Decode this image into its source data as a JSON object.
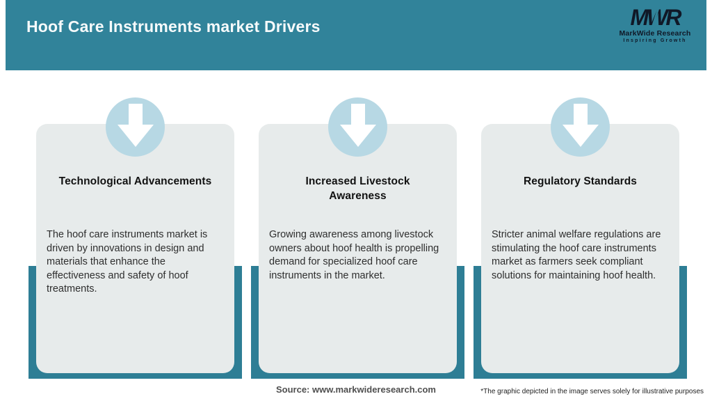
{
  "header": {
    "title": "Hoof Care Instruments market Drivers"
  },
  "logo": {
    "monogram": "MWR",
    "name": "MarkWide Research",
    "tagline": "Inspiring Growth"
  },
  "cards": [
    {
      "icon": "down-arrow-icon",
      "title": "Technological Advancements",
      "description": "The hoof care instruments market is driven by innovations in design and materials that enhance the effectiveness and safety of hoof treatments."
    },
    {
      "icon": "down-arrow-icon",
      "title": "Increased Livestock Awareness",
      "description": "Growing awareness among livestock owners about hoof health is propelling demand for specialized hoof care instruments in the market."
    },
    {
      "icon": "down-arrow-icon",
      "title": "Regulatory Standards",
      "description": "Stricter animal welfare regulations are stimulating the hoof care instruments market as farmers seek compliant solutions for maintaining hoof health."
    }
  ],
  "footer": {
    "source": "Source: www.markwideresearch.com",
    "disclaimer": "*The graphic depicted in the image serves solely for illustrative purposes"
  },
  "colors": {
    "header_teal": "#31839A",
    "ribbon_teal": "#2E7E95",
    "circle_blue": "#B7D8E4",
    "card_gray": "#E7EBEB",
    "arrow_white": "#FFFFFF"
  }
}
